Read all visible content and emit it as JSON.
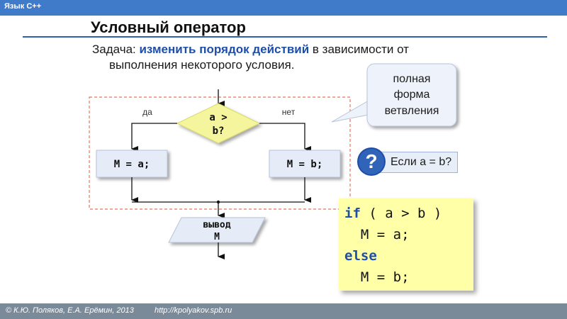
{
  "header": {
    "label": "Язык С++"
  },
  "slide": {
    "title": "Условный оператор",
    "task_prefix": "Задача: ",
    "task_highlight": "изменить порядок действий",
    "task_rest": " в зависимости от",
    "task_line2": "выполнения некоторого условия."
  },
  "flowchart": {
    "condition_line1": "a >",
    "condition_line2": "b?",
    "yes_label": "да",
    "no_label": "нет",
    "left_action": "M = a;",
    "right_action": "M = b;",
    "output_line1": "вывод",
    "output_line2": "M"
  },
  "callout": {
    "line1": "полная",
    "line2": "форма",
    "line3": "ветвления"
  },
  "question": {
    "badge": "?",
    "text": "Если  a = b?"
  },
  "code": {
    "kw_if": "if",
    "if_rest": " ( a > b )",
    "assign_a": "  M = a;",
    "kw_else": "else",
    "assign_b": "  M = b;"
  },
  "footer": {
    "authors": "© К.Ю. Поляков, Е.А. Ерёмин, 2013",
    "url": "http://kpolyakov.spb.ru"
  },
  "colors": {
    "header_bar": "#3f7bc9",
    "title_rule": "#2f5fb0",
    "highlight": "#1f4ea8",
    "diamond_fill": "#f4f59c",
    "dashed_frame": "#e8735b",
    "code_bg": "#ffffa8",
    "footer_bar": "#7b8a99"
  }
}
